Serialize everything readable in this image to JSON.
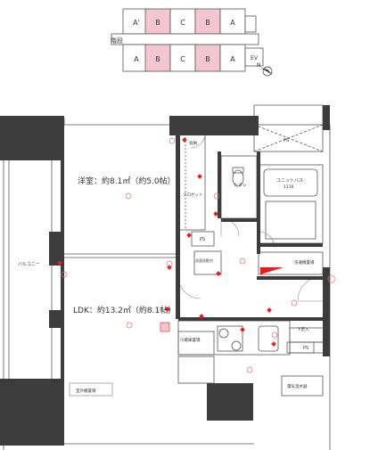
{
  "key_plan": {
    "units_top": [
      "A'",
      "B",
      "C",
      "B",
      "A"
    ],
    "units_bottom": [
      "A",
      "B",
      "C",
      "B",
      "A"
    ],
    "stair_label": "階段",
    "elevator_label": "EV",
    "north_label": "N",
    "highlight_color": "#f4c6cf"
  },
  "rooms": {
    "western_room": "洋室：約8.1㎡（約5.0帖）",
    "ldk": "LDK：約13.2㎡（約8.1帖）",
    "balcony": "バルコニー",
    "storage_closet": "収納",
    "closet": "クロゼット",
    "toilet": "トイレ",
    "unit_bath": "ユニットバス",
    "unit_bath_size": "1116",
    "ps_top": "PS",
    "ps_left": "PS",
    "ps_right": "PS",
    "washroom": "洗濯機置場",
    "wash_basin": "洗面化粧台",
    "fridge": "冷蔵庫置場",
    "shoe_box": "下足入",
    "outdoor_unit": "室外機置場",
    "water_heater": "電気温水器"
  },
  "colors": {
    "wall": "#3c3c3c",
    "marker": "#e02020",
    "sensor": "#e07070"
  }
}
